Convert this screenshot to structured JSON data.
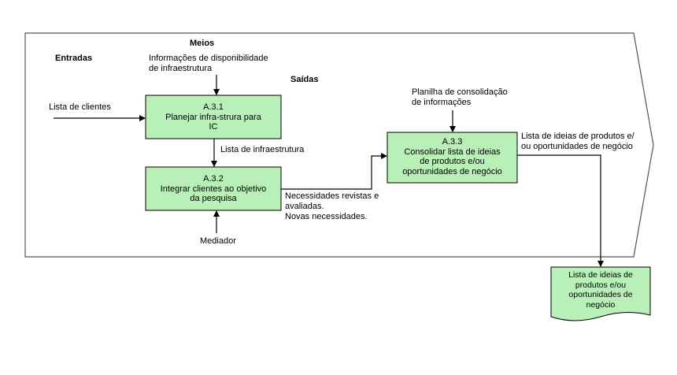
{
  "header": {
    "meios": "Meios",
    "entradas": "Entradas",
    "saidas": "Saídas"
  },
  "meios_text": "Informações de disponibilidade\nde infraestrutura",
  "input_lista_clientes": "Lista de clientes",
  "box_a31": {
    "id": "A.3.1",
    "title": "Planejar infra-strura para\nIC"
  },
  "label_lista_infra": "Lista  de infraestrutura",
  "box_a32": {
    "id": "A.3.2",
    "title": "Integrar clientes ao objetivo\nda pesquisa"
  },
  "label_mediador": "Mediador",
  "label_necessidades": "Necessidades revistas e\navaliadas.\nNovas necessidades.",
  "label_planilha": "Planilha de consolidação\nde informações",
  "box_a33": {
    "id": "A.3.3",
    "title": "Consolidar lista de ideias\nde produtos e/ou\noportunidades de negócio"
  },
  "label_output": "Lista de ideias de produtos e/\nou oportunidades de negócio",
  "document": "Lista de ideias de\nprodutos e/ou\noportunidades de\nnegócio",
  "colors": {
    "box_fill": "#b8f0b8",
    "stroke": "#000000"
  }
}
